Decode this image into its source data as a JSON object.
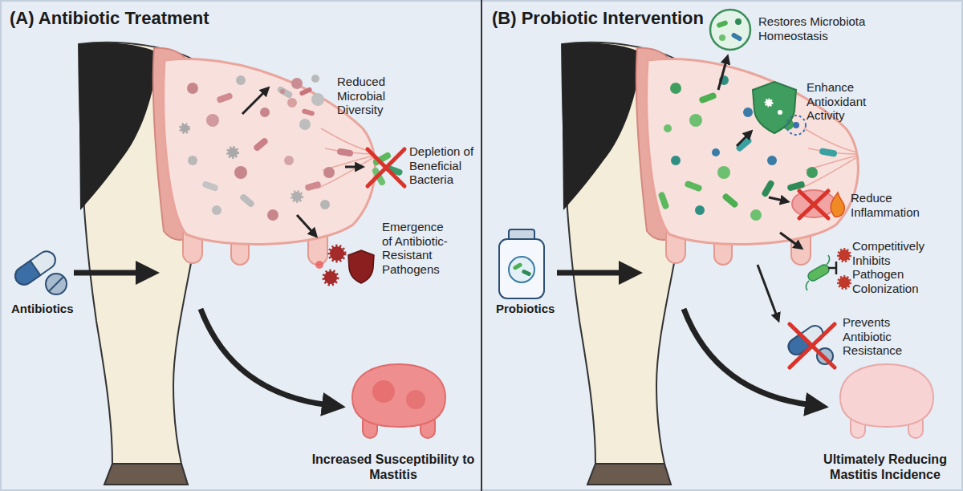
{
  "diagram": {
    "nodes": [
      {
        "text": [
          "(A) Antibiotic Treatment"
        ]
      },
      {
        "text": [
          "Antibiotics"
        ],
        "in": 0
      },
      {
        "text": [
          "Reduced Microbial Diversity"
        ],
        "in": 0
      },
      {
        "text": [
          "Depletion of Beneficial Bacteria"
        ],
        "in": 0
      },
      {
        "text": [
          "Emergence of Antibiotic-Resistant Pathogens"
        ],
        "in": 0
      },
      {
        "text": [
          "Increased Susceptibility to Mastitis"
        ],
        "in": 0
      },
      {
        "text": [
          "(B) Probiotic Intervention"
        ]
      },
      {
        "text": [
          "Probiotics"
        ],
        "in": 6
      },
      {
        "text": [
          "Restores Microbiota Homeostasis"
        ],
        "in": 6
      },
      {
        "text": [
          "Enhance Antioxidant Activity"
        ],
        "in": 6
      },
      {
        "text": [
          "Reduce Inflammation"
        ],
        "in": 6
      },
      {
        "text": [
          "Competitively Inhibits Pathogen Colonization"
        ],
        "in": 6
      },
      {
        "text": [
          "Prevents Antibiotic Resistance"
        ],
        "in": 6
      },
      {
        "text": [
          "Ultimately Reducing Mastitis Incidence"
        ],
        "in": 6
      }
    ]
  }
}
